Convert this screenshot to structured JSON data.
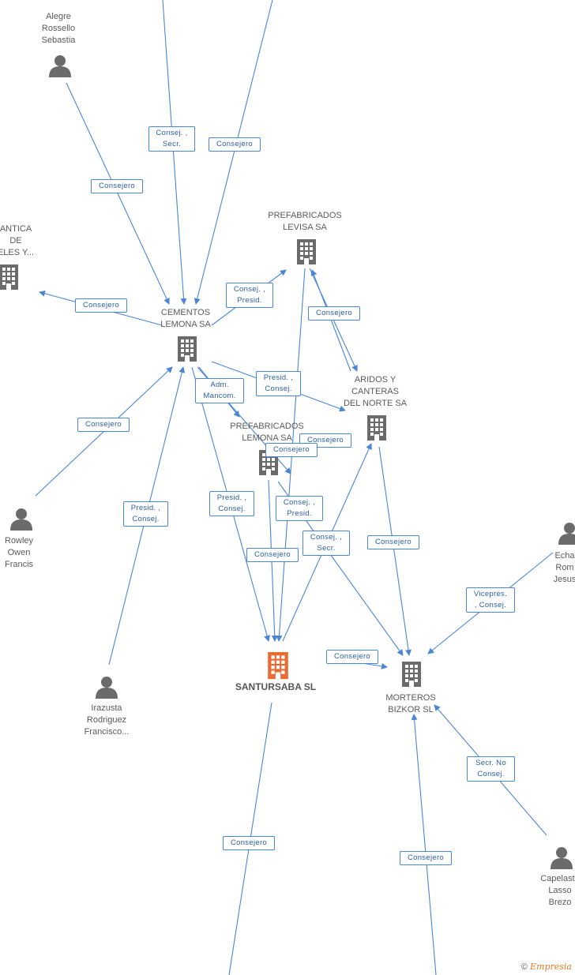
{
  "nodes": {
    "alegre": {
      "label_lines": [
        "Alegre",
        "Rossello",
        "Sebastia"
      ]
    },
    "cementos": {
      "label_lines": [
        "CEMENTOS",
        "LEMONA SA"
      ]
    },
    "prefabricados_levisa": {
      "label_lines": [
        "PREFABRICADOS",
        "LEVISA SA"
      ]
    },
    "antica": {
      "label_lines": [
        "ANTICA",
        "DE",
        "ELES Y..."
      ]
    },
    "aridos": {
      "label_lines": [
        "ARIDOS Y",
        "CANTERAS",
        "DEL NORTE SA"
      ]
    },
    "prefabricados_lemona": {
      "label_lines": [
        "PREFABRICADOS",
        "LEMONA SA"
      ]
    },
    "rowley": {
      "label_lines": [
        "Rowley",
        "Owen",
        "Francis"
      ]
    },
    "santursaba": {
      "label_lines": [
        "SANTURSABA SL"
      ]
    },
    "irazusta": {
      "label_lines": [
        "Irazusta",
        "Rodriguez",
        "Francisco..."
      ]
    },
    "morteros": {
      "label_lines": [
        "MORTEROS",
        "BIZKOR SL"
      ]
    },
    "echa": {
      "label_lines": [
        "Echa",
        "Rom",
        "Jesus"
      ]
    },
    "capelaste": {
      "label_lines": [
        "Capelaste",
        "Lasso",
        "Brezo"
      ]
    }
  },
  "edges": {
    "e1": {
      "lines": [
        "Consej. ,",
        "Secr."
      ]
    },
    "e2": {
      "lines": [
        "Consejero"
      ]
    },
    "e3": {
      "lines": [
        "Consejero"
      ]
    },
    "e4": {
      "lines": [
        "Consej. ,",
        "Presid."
      ]
    },
    "e5": {
      "lines": [
        "Consejero"
      ]
    },
    "e6": {
      "lines": [
        "Consejero"
      ]
    },
    "e7": {
      "lines": [
        "Presid. ,",
        "Consej."
      ]
    },
    "e8": {
      "lines": [
        "Adm.",
        "Mancom."
      ]
    },
    "e9": {
      "lines": [
        "Consejero"
      ]
    },
    "e10": {
      "lines": [
        "Consejero"
      ]
    },
    "e11": {
      "lines": [
        "Consejero"
      ]
    },
    "e12": {
      "lines": [
        "Presid. ,",
        "Consej."
      ]
    },
    "e13": {
      "lines": [
        "Presid. ,",
        "Consej."
      ]
    },
    "e14": {
      "lines": [
        "Consej. ,",
        "Presid."
      ]
    },
    "e15": {
      "lines": [
        "Consejero"
      ]
    },
    "e16": {
      "lines": [
        "Consej. ,",
        "Secr."
      ]
    },
    "e17": {
      "lines": [
        "Consejero"
      ]
    },
    "e18": {
      "lines": [
        "Vicepres.",
        ", Consej."
      ]
    },
    "e19": {
      "lines": [
        "Consejero"
      ]
    },
    "e20": {
      "lines": [
        "Secr.  No",
        "Consej."
      ]
    },
    "e21": {
      "lines": [
        "Consejero"
      ]
    },
    "e22": {
      "lines": [
        "Consejero"
      ]
    }
  },
  "footer": {
    "copyright": "©",
    "brand": "Empresia"
  },
  "colors": {
    "edge": "#4a86d6",
    "company": "#6b6b6b",
    "focus_company": "#ea6a34",
    "person": "#6b6b6b"
  }
}
